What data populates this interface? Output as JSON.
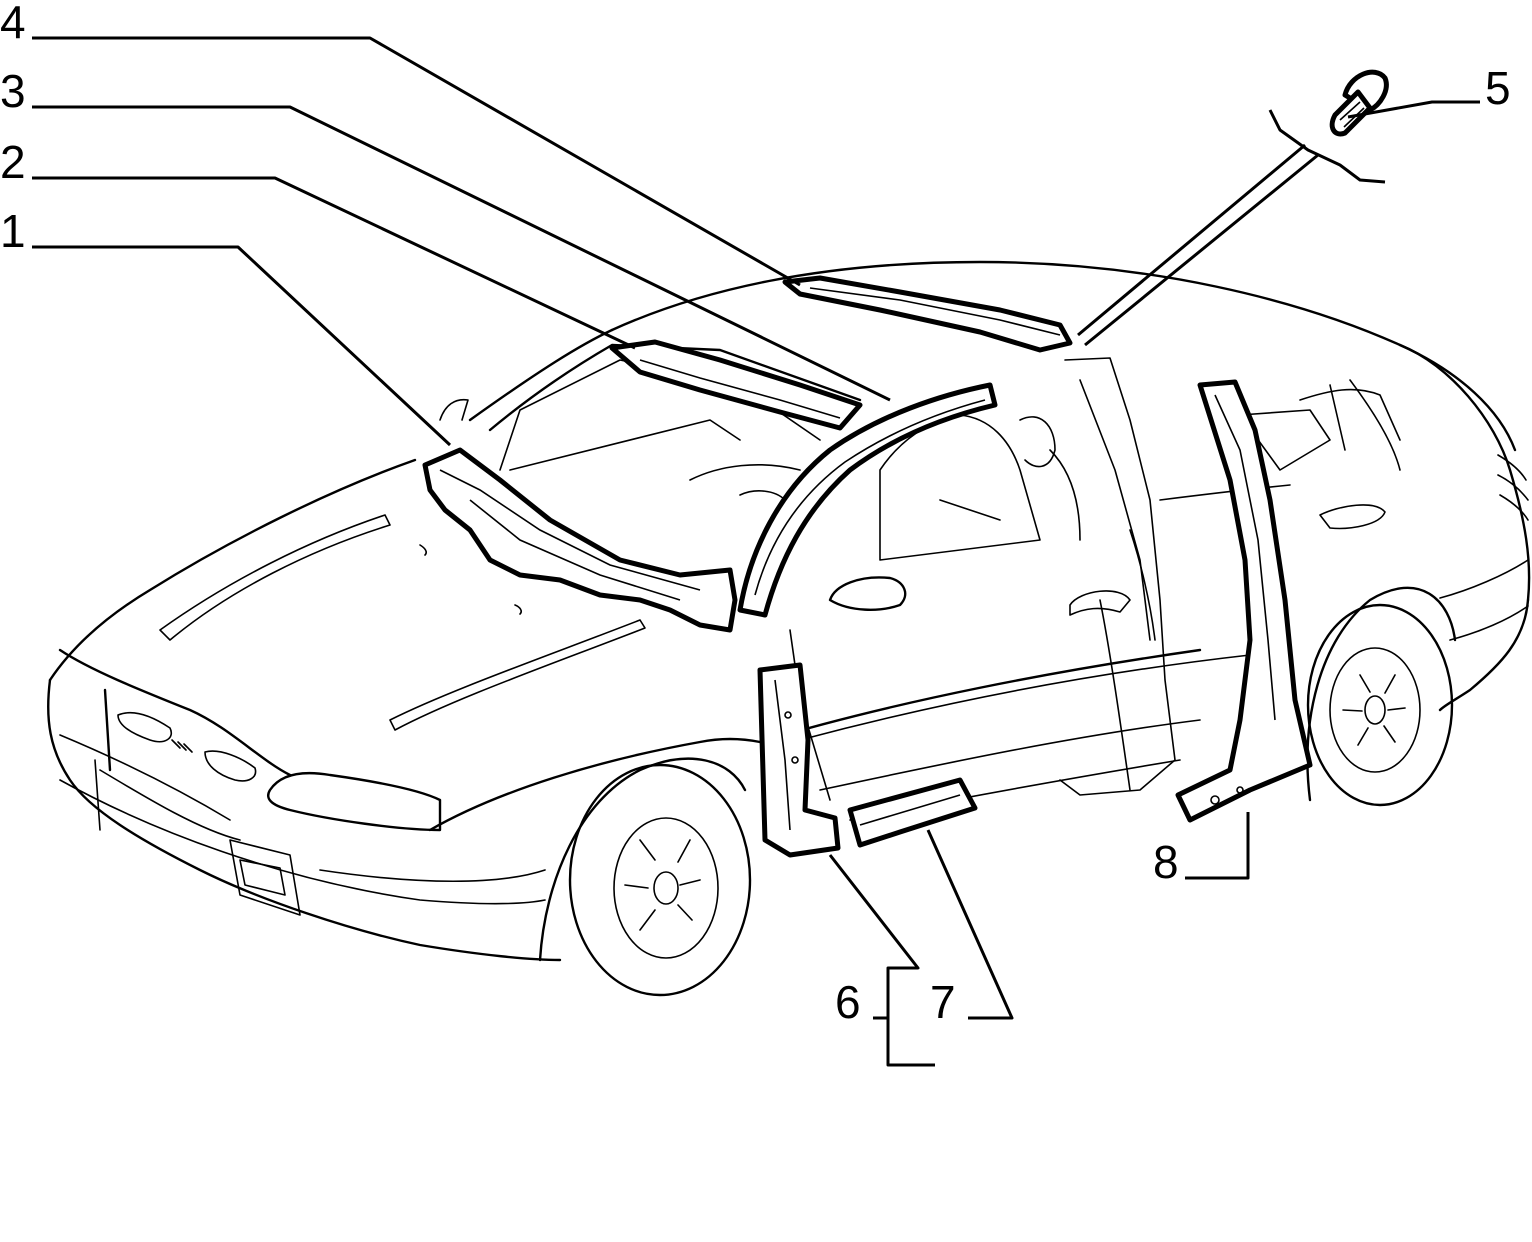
{
  "callouts": [
    {
      "number": "1"
    },
    {
      "number": "2"
    },
    {
      "number": "3"
    },
    {
      "number": "4"
    },
    {
      "number": "5"
    },
    {
      "number": "6"
    },
    {
      "number": "7"
    },
    {
      "number": "8"
    }
  ]
}
